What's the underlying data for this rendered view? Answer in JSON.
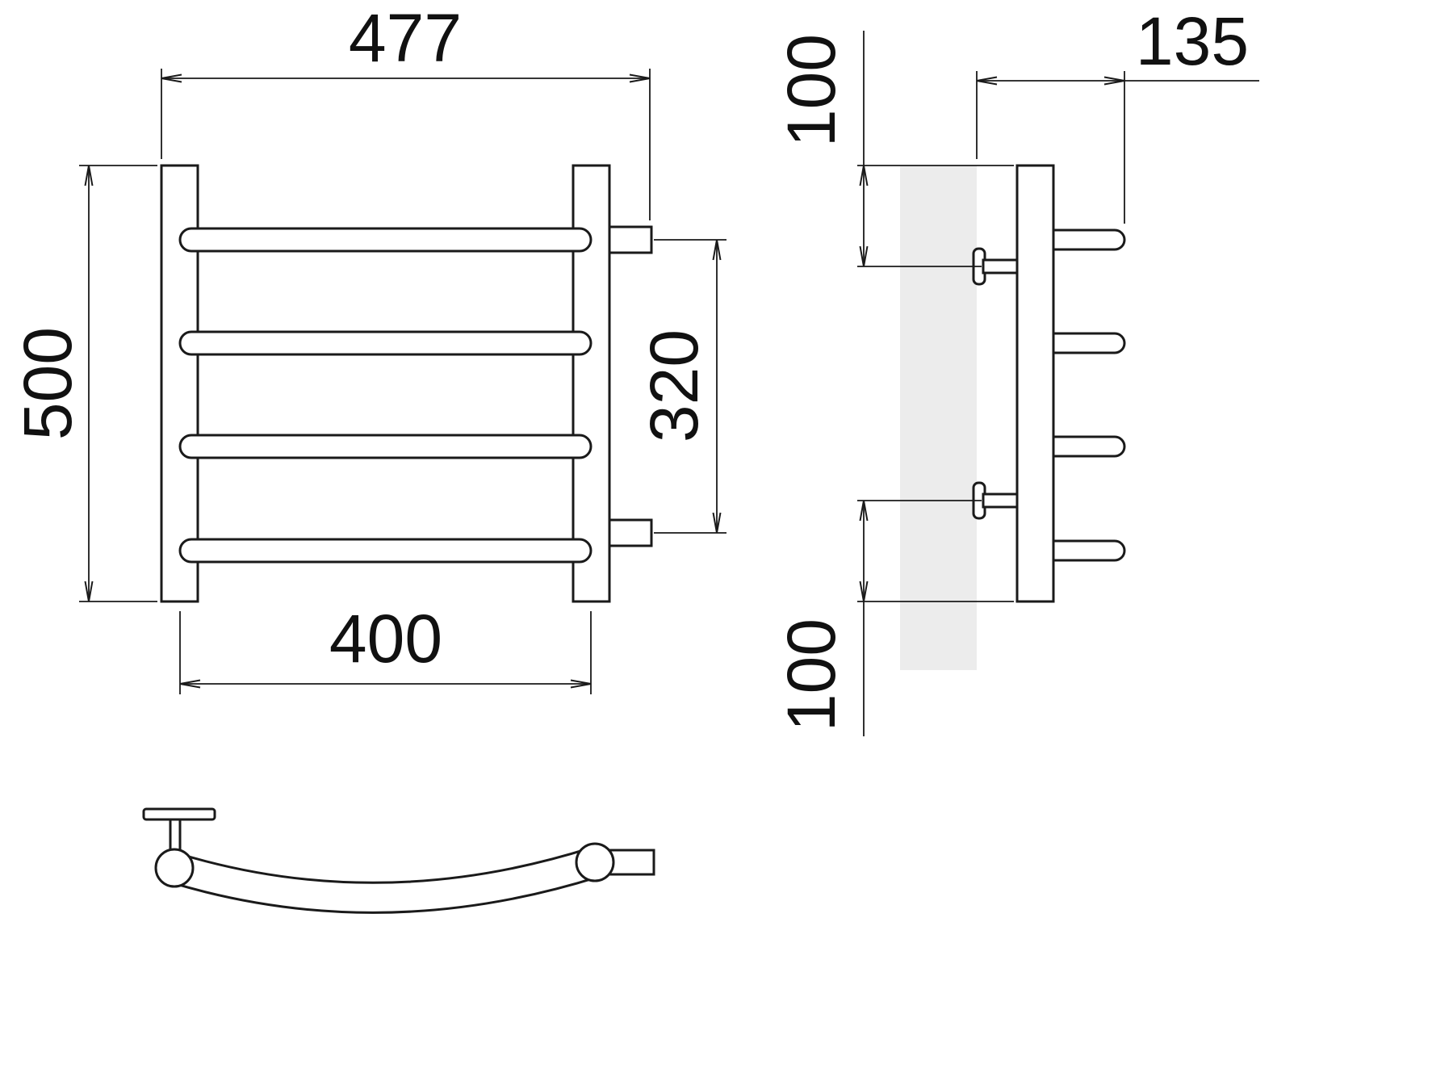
{
  "drawing": {
    "dimensions": {
      "front_overall_width": "477",
      "front_overall_height": "500",
      "connector_spacing": "320",
      "rung_length": "400",
      "side_depth": "135",
      "side_top_offset": "100",
      "side_bottom_offset": "100"
    },
    "colors": {
      "line": "#1a1a1a",
      "wall_fill": "#ececec",
      "background": "#ffffff"
    }
  }
}
